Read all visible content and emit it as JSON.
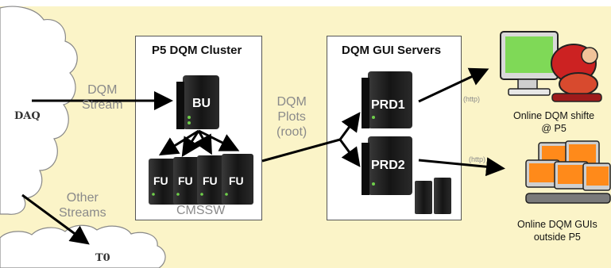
{
  "clusters": {
    "p5": {
      "title": "P5 DQM Cluster",
      "footer": "CMSSW"
    },
    "gui": {
      "title": "DQM GUI Servers"
    }
  },
  "sources": {
    "daq": "DAQ",
    "t0": "T0"
  },
  "streams": {
    "dqm": [
      "DQM",
      "Stream"
    ],
    "other": [
      "Other",
      "Streams"
    ],
    "plots": [
      "DQM",
      "Plots",
      "(root)"
    ]
  },
  "servers": {
    "bu": "BU",
    "fu": [
      "FU",
      "FU",
      "FU",
      "FU"
    ],
    "prd1": "PRD1",
    "prd2": "PRD2"
  },
  "protocol": {
    "http1": "(http)",
    "http2": "(http)"
  },
  "destinations": {
    "shifter": [
      "Online DQM shifte",
      "@ P5"
    ],
    "outside": [
      "Online DQM GUIs",
      "outside P5"
    ]
  },
  "colors": {
    "background": "#fbf4c8",
    "server": "#1a1a1a",
    "arrow": "#000000",
    "label_gray": "#8a8a8a"
  }
}
